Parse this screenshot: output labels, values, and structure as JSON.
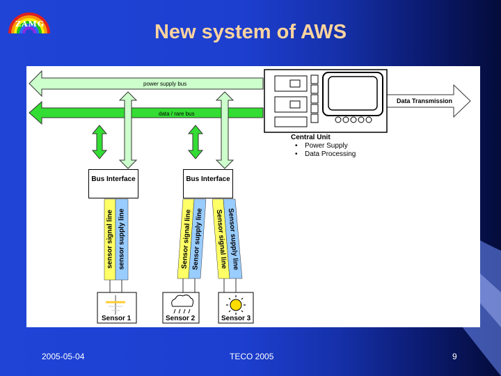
{
  "slide": {
    "title": "New system of AWS",
    "logo_text": "ZAMG",
    "footer_date": "2005-05-04",
    "footer_event": "TECO 2005",
    "page_number": "9",
    "colors": {
      "background": "#1f44d6",
      "title": "#ffd49e",
      "power_bus": "#ccffcc",
      "data_bus": "#33dd33"
    }
  },
  "diagram": {
    "power_bus_label": "power supply bus",
    "data_bus_label": "data / rare bus",
    "data_transmission_label": "Data Transmission",
    "central_unit": {
      "title": "Central Unit",
      "items": [
        "Power Supply",
        "Data Processing"
      ]
    },
    "bus_interface_1": "Bus Interface",
    "bus_interface_2": "Bus Interface",
    "lines": {
      "signal_1": "sensor signal line",
      "supply_1": "sensor supply line",
      "signal_2": "Sensor signal line",
      "supply_2": "Sensor supply line",
      "signal_3": "Sensor signal line",
      "supply_3": "Sensor supply line"
    },
    "sensors": [
      {
        "label": "Sensor 1",
        "icon": "wind-vane-icon"
      },
      {
        "label": "Sensor 2",
        "icon": "rain-cloud-icon"
      },
      {
        "label": "Sensor 3",
        "icon": "sun-icon"
      }
    ]
  }
}
